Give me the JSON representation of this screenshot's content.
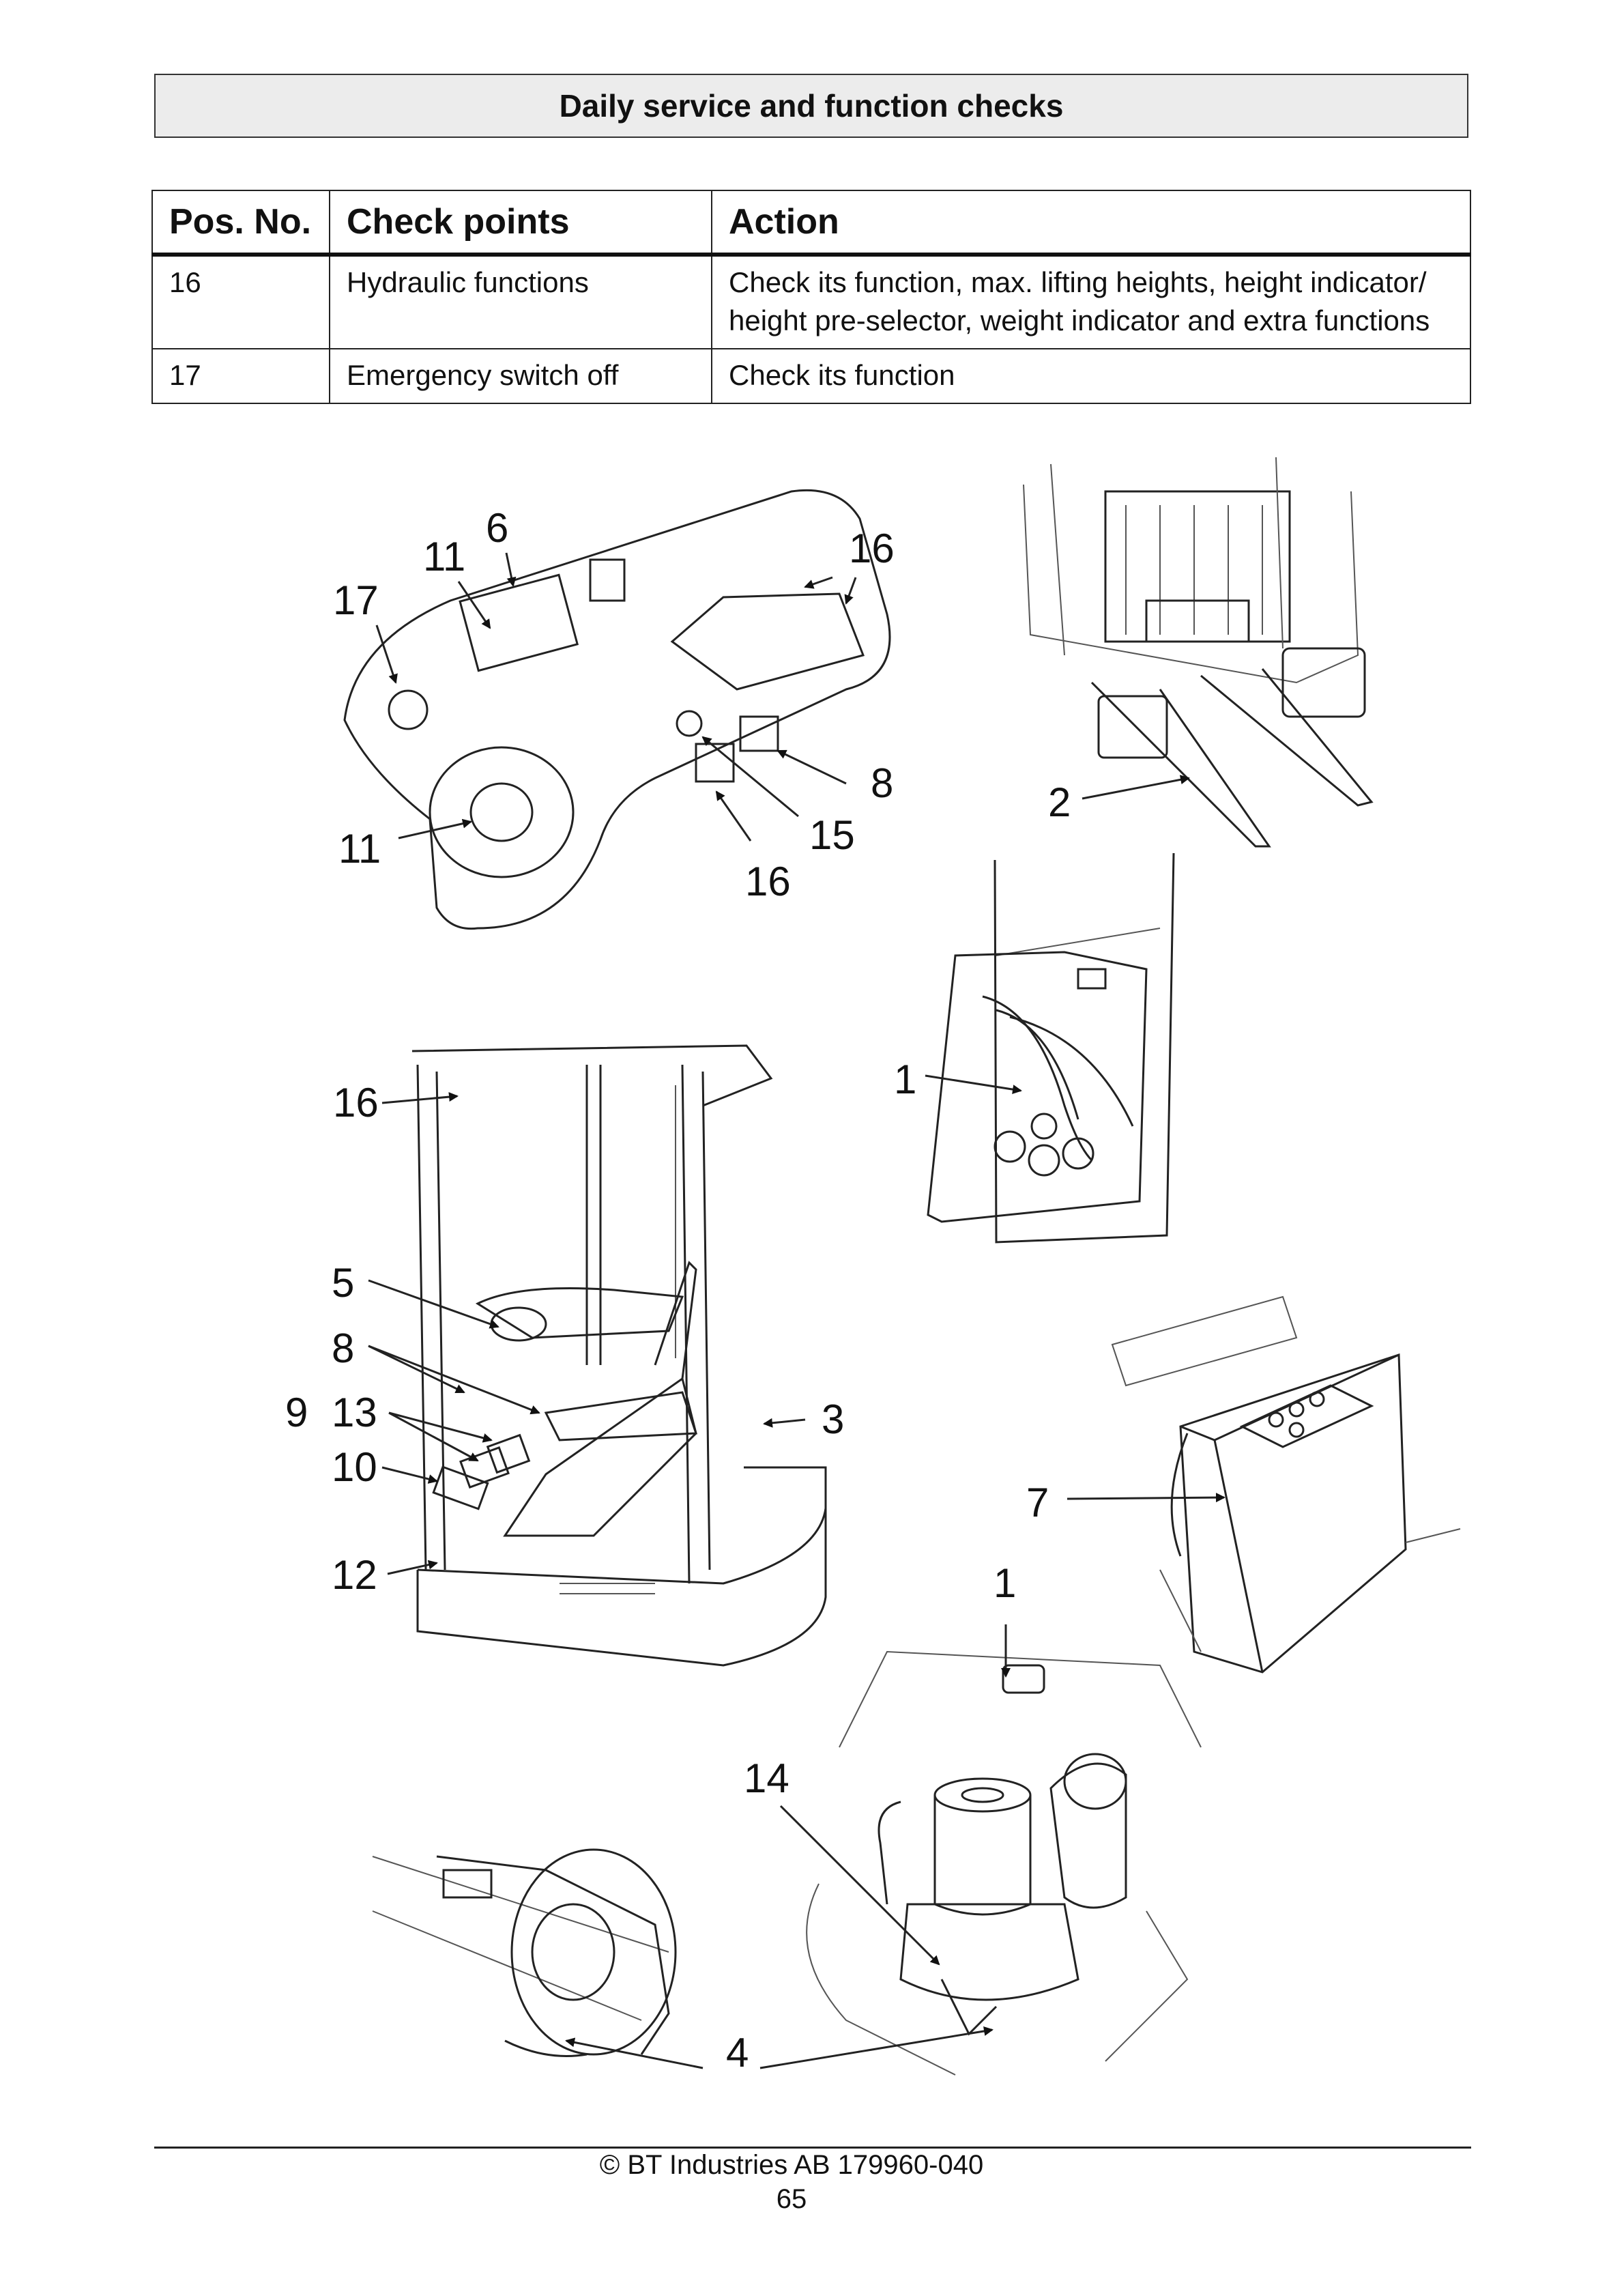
{
  "header": {
    "title": "Daily service and function checks"
  },
  "table": {
    "headers": [
      "Pos. No.",
      "Check points",
      "Action"
    ],
    "rows": [
      {
        "pos": "16",
        "check": "Hydraulic functions",
        "action_line1": "Check its function, max. lifting heights, height indicator/",
        "action_line2": "height pre-selector, weight indicator and extra functions"
      },
      {
        "pos": "17",
        "check": "Emergency switch off",
        "action_line1": "Check its function",
        "action_line2": ""
      }
    ]
  },
  "callouts": {
    "panel": [
      "6",
      "11",
      "17",
      "16",
      "8",
      "15",
      "16",
      "11"
    ],
    "fork": "2",
    "hydraulic": "1",
    "truck": [
      "16",
      "5",
      "8",
      "9",
      "13",
      "10",
      "12",
      "3"
    ],
    "battery": "7",
    "motor": [
      "1",
      "14",
      "4"
    ]
  },
  "footer": {
    "copyright": "© BT Industries AB 179960-040",
    "page": "65"
  }
}
